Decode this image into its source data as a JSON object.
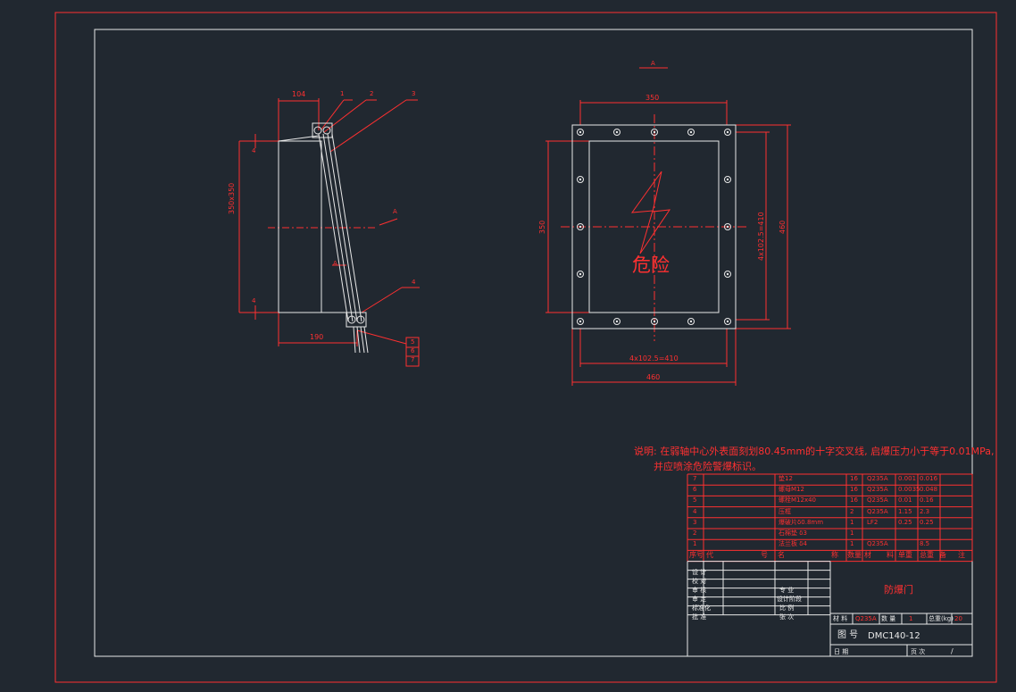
{
  "labels": {
    "side_top_width": "104",
    "side_height": "350x350",
    "side_bottom_width": "190",
    "side_left_dim_a": "4",
    "side_left_dim_b": "4",
    "section_arrow": "A",
    "side_small_a": "A",
    "callouts": [
      "1",
      "2",
      "3",
      "4",
      "5",
      "6",
      "7"
    ],
    "front_section": "A",
    "front_top_width": "350",
    "front_left_height": "350",
    "front_right_pitch": "4x102.5=410",
    "front_right_total": "460",
    "front_bottom_pitch": "4x102.5=410",
    "front_bottom_total": "460",
    "warning_text": "危险"
  },
  "note": {
    "line1": "说明: 在弱轴中心外表面刻划80.45mm的十字交叉线, 启爆压力小于等于0.01MPa,",
    "line2": "并应喷涂危险警爆标识。"
  },
  "bom": {
    "rows": [
      {
        "no": "7",
        "name": "垫12",
        "qty": "16",
        "mat": "Q235A",
        "unit": "0.001",
        "total": "0.016"
      },
      {
        "no": "6",
        "name": "螺母M12",
        "qty": "16",
        "mat": "Q235A",
        "unit": "0.0035",
        "total": "0.048"
      },
      {
        "no": "5",
        "name": "螺栓M12x40",
        "qty": "16",
        "mat": "Q235A",
        "unit": "0.01",
        "total": "0.16"
      },
      {
        "no": "4",
        "name": "压框",
        "qty": "2",
        "mat": "Q235A",
        "unit": "1.15",
        "total": "2.3"
      },
      {
        "no": "3",
        "name": "爆破片δ0.8mm",
        "qty": "1",
        "mat": "LF2",
        "unit": "0.25",
        "total": "0.25"
      },
      {
        "no": "2",
        "name": "石棉垫 δ3",
        "qty": "1",
        "mat": "",
        "unit": "",
        "total": ""
      },
      {
        "no": "1",
        "name": "法兰板 δ4",
        "qty": "1",
        "mat": "Q235A",
        "unit": "",
        "total": "8.5"
      }
    ],
    "header": [
      "序号",
      "代",
      "号",
      "名",
      "称",
      "数量",
      "材",
      "料",
      "单重",
      "总重",
      "备",
      "注"
    ]
  },
  "titleblock": {
    "roles": [
      "设 计",
      "校 对",
      "审 核",
      "审 定",
      "标准化",
      "批 准"
    ],
    "right_labels": [
      "专 业",
      "设计阶段",
      "比 例",
      "张 次"
    ],
    "title": "防爆门",
    "material_label": "材 料",
    "material": "Q235A",
    "qty_label": "数 量",
    "qty": "1",
    "weight_label": "总重(kg)",
    "weight": "20",
    "drawing_no_label": "图 号",
    "drawing_no": "DMC140-12",
    "date_label": "日 期",
    "sheet_label": "页 次",
    "sheet": "/"
  },
  "colors": {
    "background": "#212830",
    "red": "#ff3030",
    "white": "#e8e8e8"
  }
}
